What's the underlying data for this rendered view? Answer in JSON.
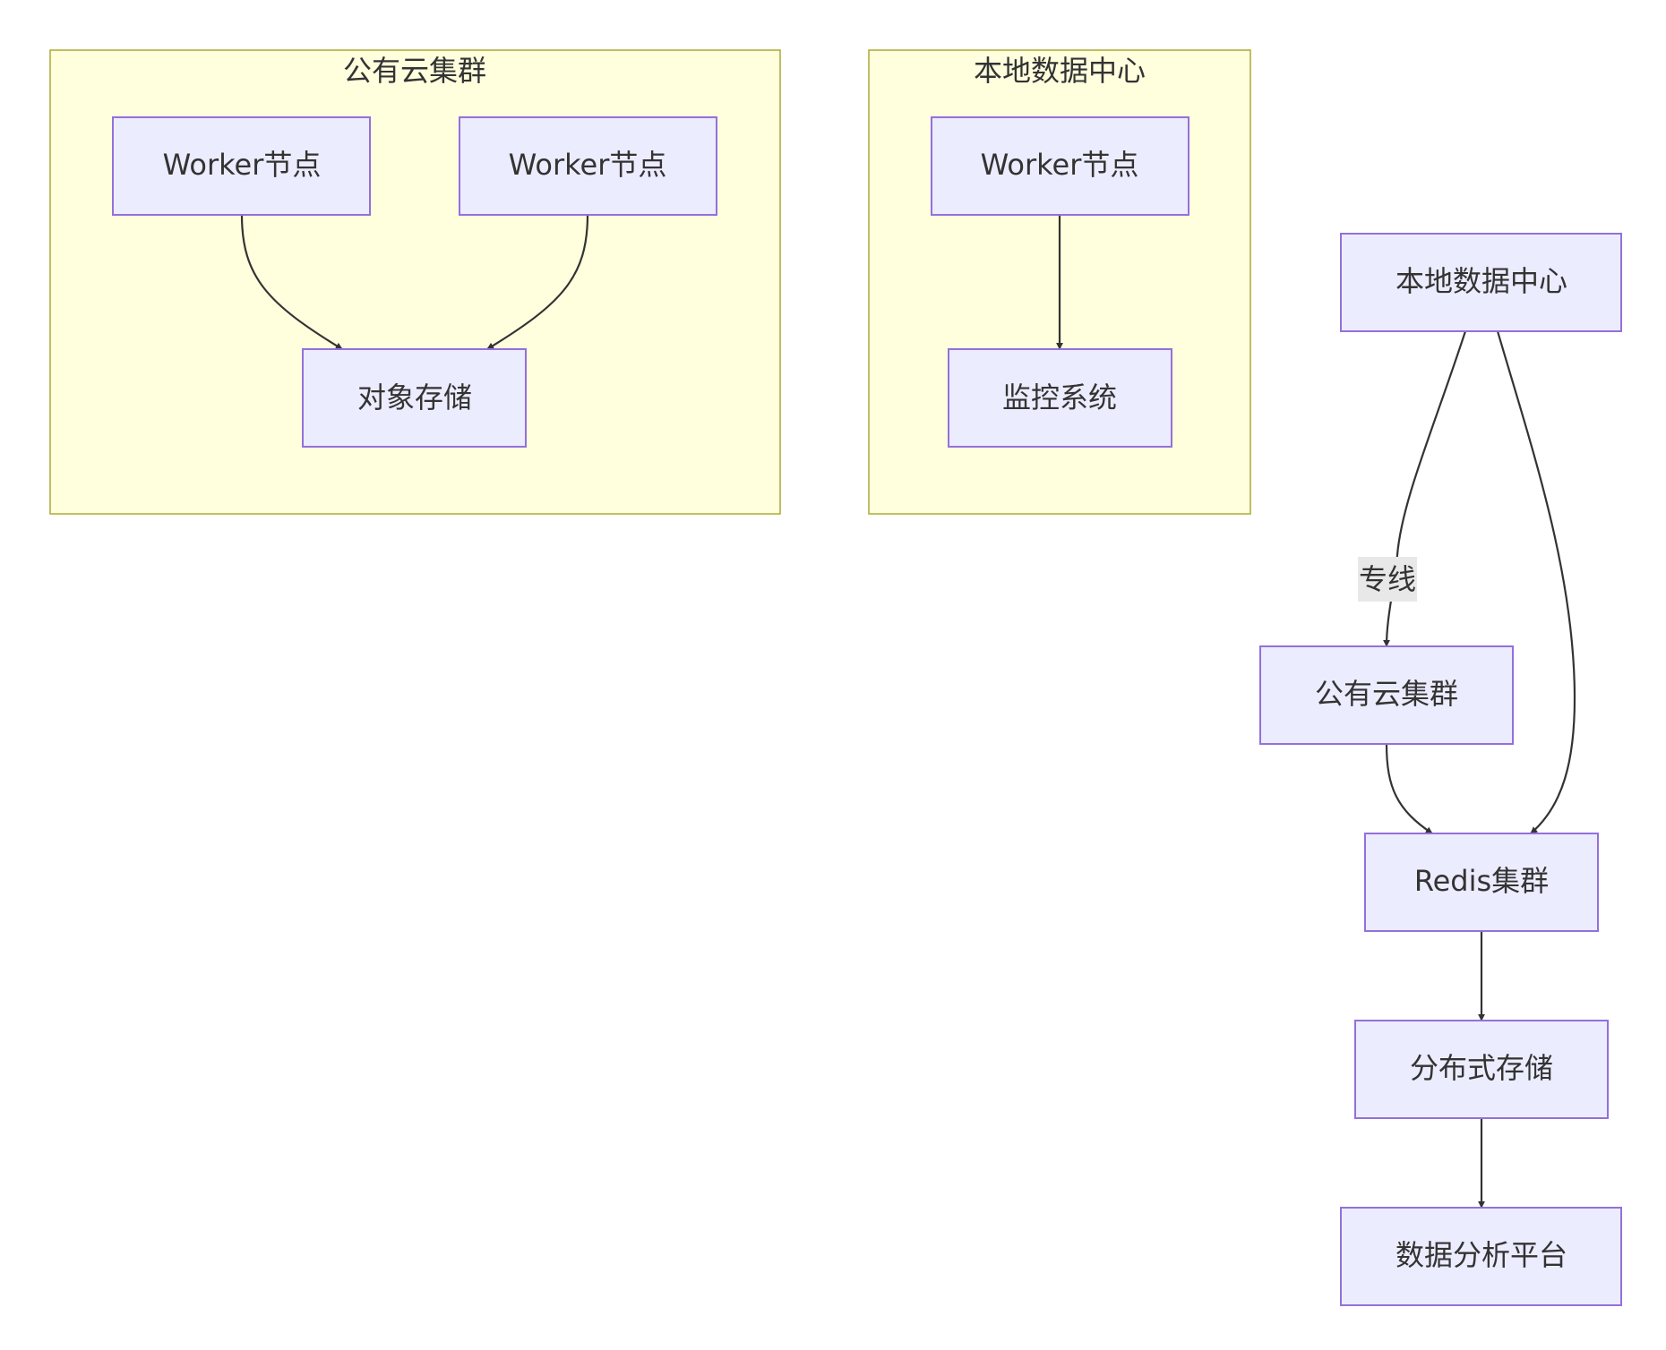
{
  "clusters": {
    "public_cloud": {
      "title": "公有云集群"
    },
    "local_dc": {
      "title": "本地数据中心"
    }
  },
  "nodes": {
    "worker1": {
      "label": "Worker节点"
    },
    "worker2": {
      "label": "Worker节点"
    },
    "object_storage": {
      "label": "对象存储"
    },
    "worker3": {
      "label": "Worker节点"
    },
    "monitoring": {
      "label": "监控系统"
    },
    "local_dc_node": {
      "label": "本地数据中心"
    },
    "public_cloud_node": {
      "label": "公有云集群"
    },
    "redis_cluster": {
      "label": "Redis集群"
    },
    "distributed_storage": {
      "label": "分布式存储"
    },
    "analytics_platform": {
      "label": "数据分析平台"
    }
  },
  "edges": [
    {
      "from": "worker1",
      "to": "object_storage",
      "label": ""
    },
    {
      "from": "worker2",
      "to": "object_storage",
      "label": ""
    },
    {
      "from": "worker3",
      "to": "monitoring",
      "label": ""
    },
    {
      "from": "local_dc_node",
      "to": "public_cloud_node",
      "label": "专线"
    },
    {
      "from": "local_dc_node",
      "to": "redis_cluster",
      "label": ""
    },
    {
      "from": "public_cloud_node",
      "to": "redis_cluster",
      "label": ""
    },
    {
      "from": "redis_cluster",
      "to": "distributed_storage",
      "label": ""
    },
    {
      "from": "distributed_storage",
      "to": "analytics_platform",
      "label": ""
    }
  ],
  "colors": {
    "cluster_fill": "#ffffde",
    "cluster_stroke": "#aaaa33",
    "node_fill": "#ececff",
    "node_stroke": "#9370db",
    "edge": "#333333",
    "text": "#333333"
  }
}
